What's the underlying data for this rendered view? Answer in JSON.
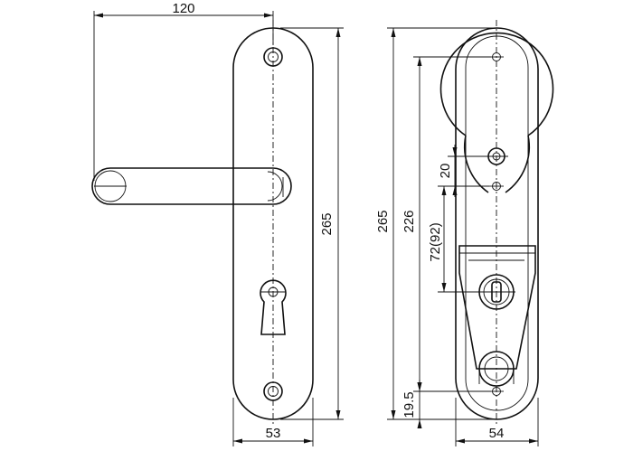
{
  "dimensions": {
    "handle_projection": "120",
    "left_plate_height": "265",
    "left_plate_width": "53",
    "right_plate_height": "265",
    "hole_span": "226",
    "handle_to_cylinder": "72(92)",
    "spindle_offset": "20",
    "bottom_offset": "19.5",
    "right_plate_width": "54"
  }
}
